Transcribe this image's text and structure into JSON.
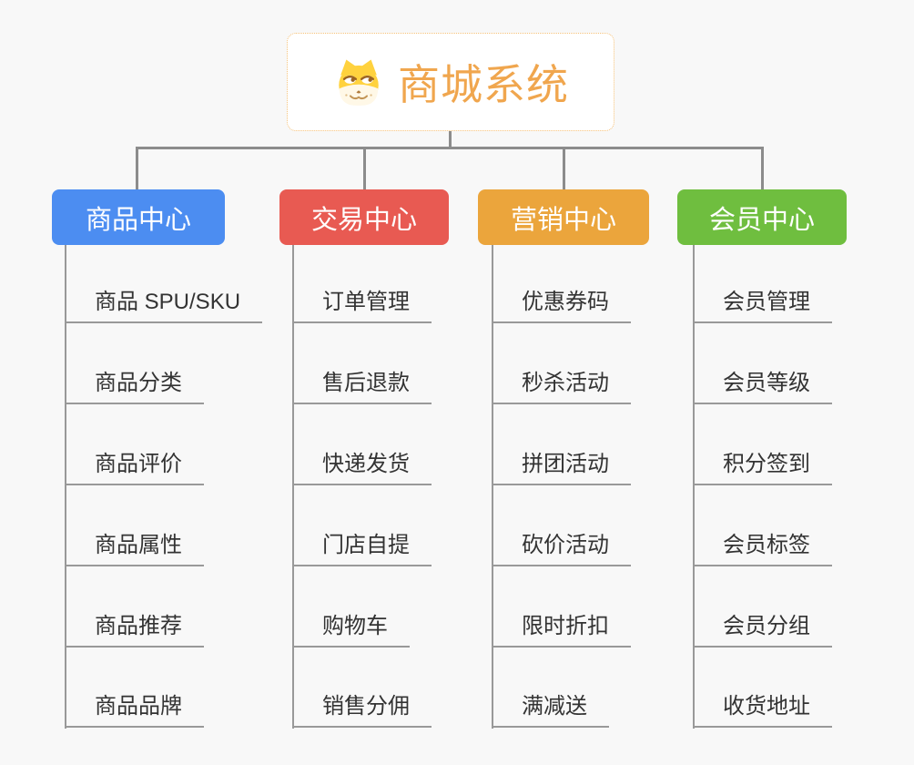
{
  "page": {
    "background_color": "#F8F8F8",
    "connector_color": "#8C8C8C",
    "leaf_line_color": "#999999",
    "leaf_text_color": "#333333"
  },
  "root": {
    "title": "商城系统",
    "title_color": "#F0A64E",
    "border_color": "#F5C178",
    "icon": "doge-icon"
  },
  "branches": [
    {
      "label": "商品中心",
      "color": "#4C8DF1",
      "items": [
        "商品 SPU/SKU",
        "商品分类",
        "商品评价",
        "商品属性",
        "商品推荐",
        "商品品牌"
      ]
    },
    {
      "label": "交易中心",
      "color": "#E85A52",
      "items": [
        "订单管理",
        "售后退款",
        "快递发货",
        "门店自提",
        "购物车",
        "销售分佣"
      ]
    },
    {
      "label": "营销中心",
      "color": "#EBA53C",
      "items": [
        "优惠券码",
        "秒杀活动",
        "拼团活动",
        "砍价活动",
        "限时折扣",
        "满减送"
      ]
    },
    {
      "label": "会员中心",
      "color": "#6FBE3F",
      "items": [
        "会员管理",
        "会员等级",
        "积分签到",
        "会员标签",
        "会员分组",
        "收货地址"
      ]
    }
  ]
}
